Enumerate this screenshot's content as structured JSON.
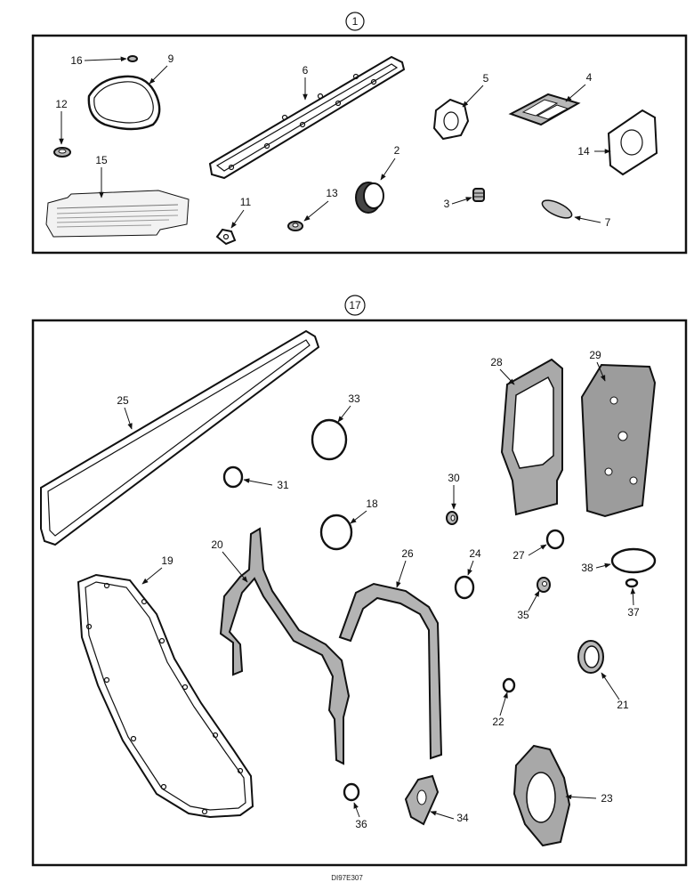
{
  "kits": [
    {
      "number": "1"
    },
    {
      "number": "17"
    }
  ],
  "callouts": {
    "c1": "1",
    "c2": "2",
    "c3": "3",
    "c4": "4",
    "c5": "5",
    "c6": "6",
    "c7": "7",
    "c9": "9",
    "c11": "11",
    "c12": "12",
    "c13": "13",
    "c14": "14",
    "c15": "15",
    "c16": "16",
    "c18": "18",
    "c19": "19",
    "c20": "20",
    "c21": "21",
    "c22": "22",
    "c23": "23",
    "c24": "24",
    "c25": "25",
    "c26": "26",
    "c27": "27",
    "c28": "28",
    "c29": "29",
    "c30": "30",
    "c31": "31",
    "c33": "33",
    "c34": "34",
    "c35": "35",
    "c36": "36",
    "c37": "37",
    "c38": "38"
  },
  "drawing_code": "DI97E307"
}
